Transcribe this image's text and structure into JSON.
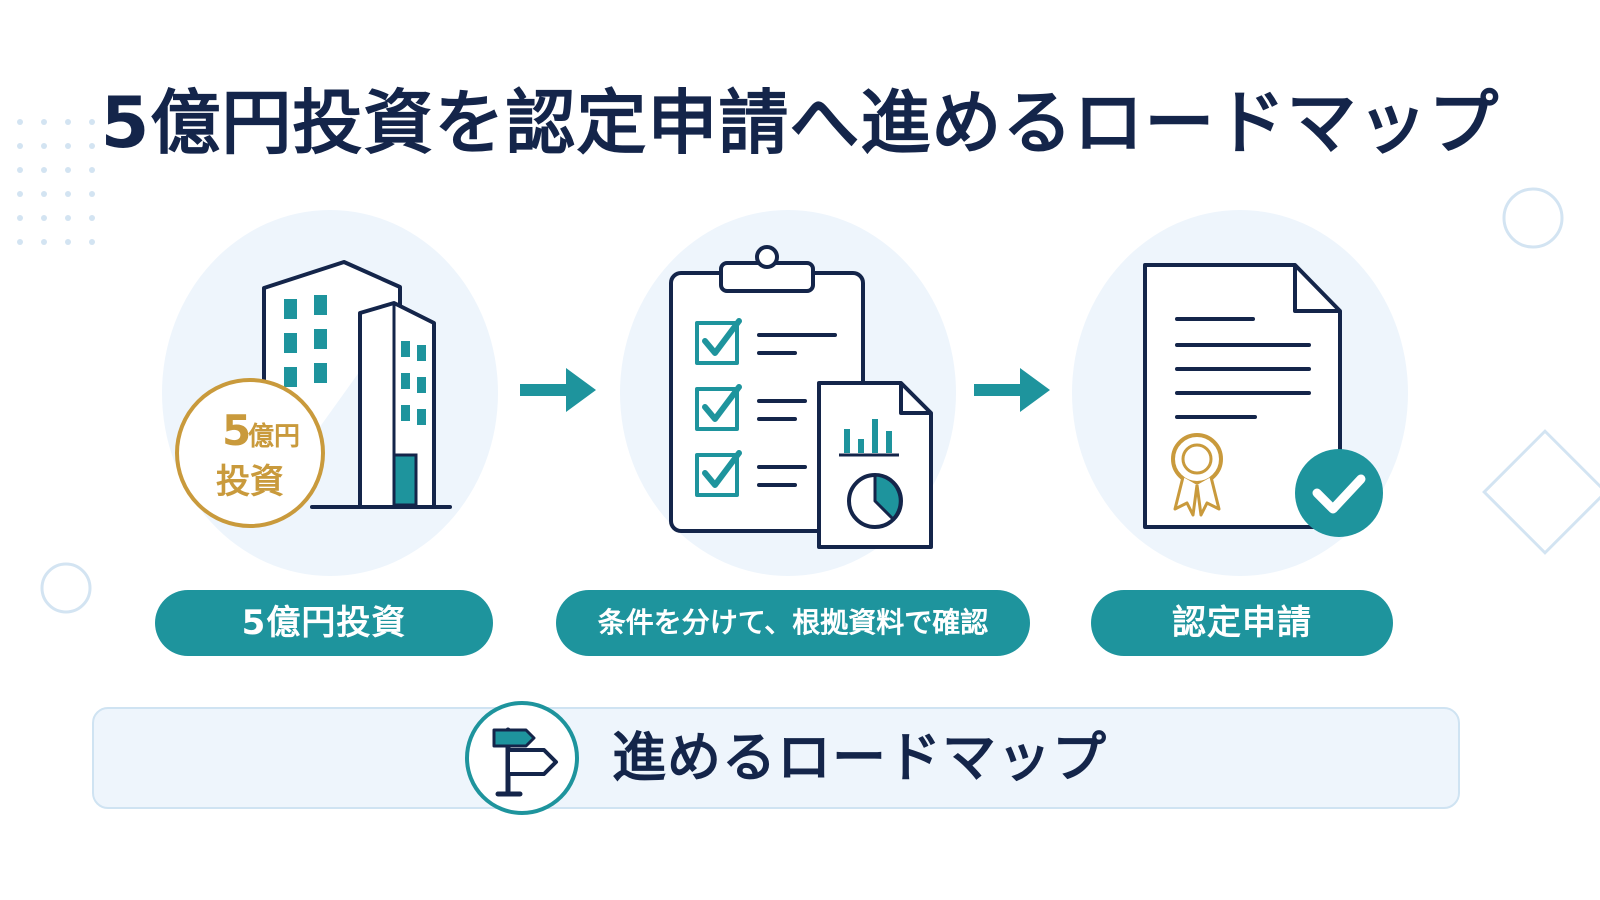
{
  "title": "5億円投資を認定申請へ進めるロードマップ",
  "steps": [
    {
      "label": "5億円投資",
      "icon": "office-building-icon",
      "badge": {
        "line1_number": "5",
        "line1_text": "億円",
        "line2": "投資"
      }
    },
    {
      "label": "条件を分けて、根拠資料で確認",
      "icon": "clipboard-checklist-icon"
    },
    {
      "label": "認定申請",
      "icon": "certificate-document-icon"
    }
  ],
  "banner": {
    "text": "進めるロードマップ",
    "icon": "signpost-icon"
  },
  "colors": {
    "navy": "#14254a",
    "teal": "#1e949d",
    "gold": "#c99a3c",
    "light_blue": "#eef5fc"
  }
}
